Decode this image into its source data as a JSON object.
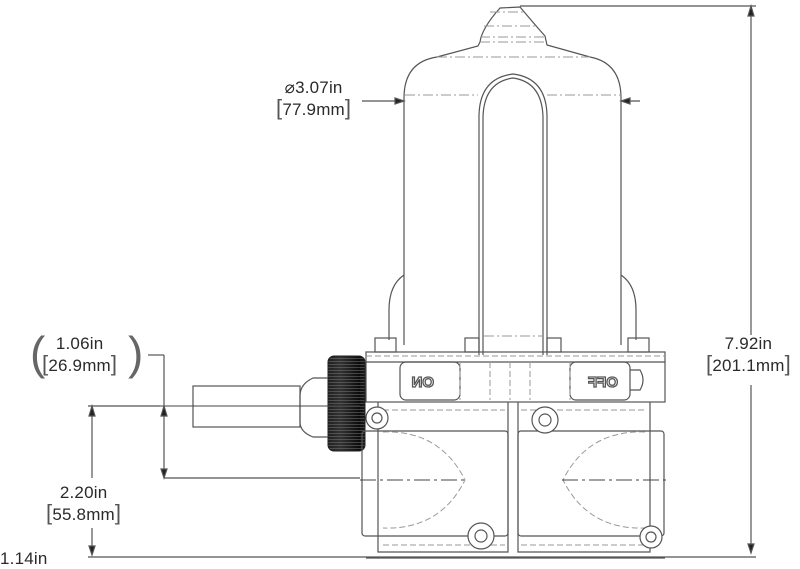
{
  "drawing": {
    "title": "Fuel pump / regulator front view dimension drawing",
    "colors": {
      "line": "#555555",
      "hidden": "#999999",
      "background": "#ffffff",
      "knob": "#222222"
    },
    "dimensions": {
      "diameter": {
        "symbol": "⌀",
        "inches": "3.07in",
        "mm": "77.9mm"
      },
      "height": {
        "inches": "7.92in",
        "mm": "201.1mm"
      },
      "offset": {
        "inches": "1.06in",
        "mm": "26.9mm",
        "reference": true
      },
      "port_height": {
        "inches": "2.20in",
        "mm": "55.8mm"
      },
      "partial": {
        "inches": "1.14in"
      }
    },
    "valve_labels": {
      "on": "ON",
      "off": "OFF",
      "mirrored": true
    }
  }
}
